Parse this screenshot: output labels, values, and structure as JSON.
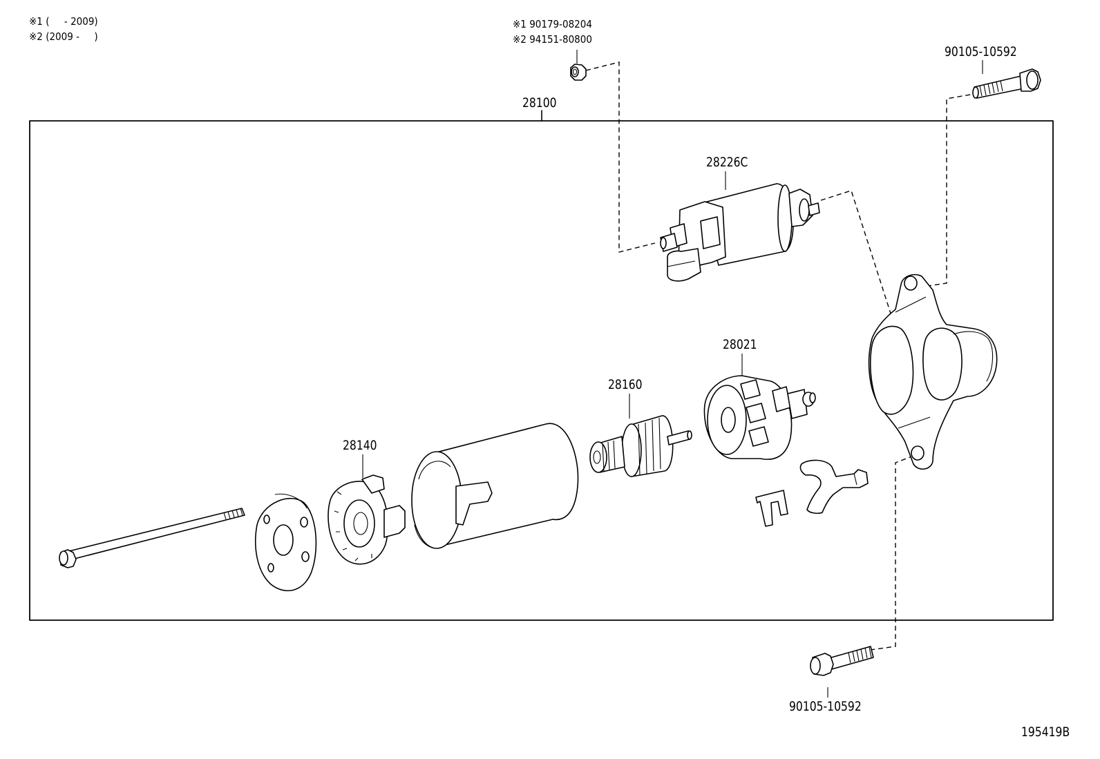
{
  "notes": {
    "note1": "※1 (     - 2009)",
    "note2": "※2 (2009 -     )"
  },
  "parts": {
    "nut_ref1": "※1 90179-08204",
    "nut_ref2": "※2 94151-80800",
    "bolt_top": "90105-10592",
    "assembly": "28100",
    "solenoid": "28226C",
    "brush_holder": "28021",
    "armature": "28160",
    "yoke_plate": "28140",
    "bolt_bottom": "90105-10592"
  },
  "diagram_id": "195419B"
}
